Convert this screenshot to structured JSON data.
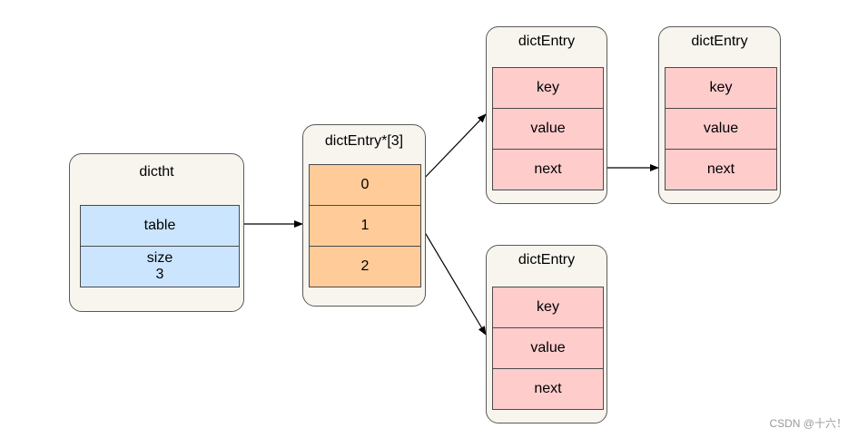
{
  "diagram": {
    "dictht": {
      "title": "dictht",
      "fields": {
        "table": "table",
        "size_label": "size",
        "size_value": "3"
      }
    },
    "bucket_array": {
      "title": "dictEntry*[3]",
      "slots": [
        "0",
        "1",
        "2"
      ]
    },
    "entries": [
      {
        "title": "dictEntry",
        "fields": [
          "key",
          "value",
          "next"
        ]
      },
      {
        "title": "dictEntry",
        "fields": [
          "key",
          "value",
          "next"
        ]
      },
      {
        "title": "dictEntry",
        "fields": [
          "key",
          "value",
          "next"
        ]
      }
    ],
    "colors": {
      "container_fill": "#f7f5ee",
      "dictht_field": "#cce5ff",
      "bucket_slot": "#ffcc99",
      "entry_field": "#ffcccc"
    }
  },
  "watermark": "CSDN @十六！"
}
